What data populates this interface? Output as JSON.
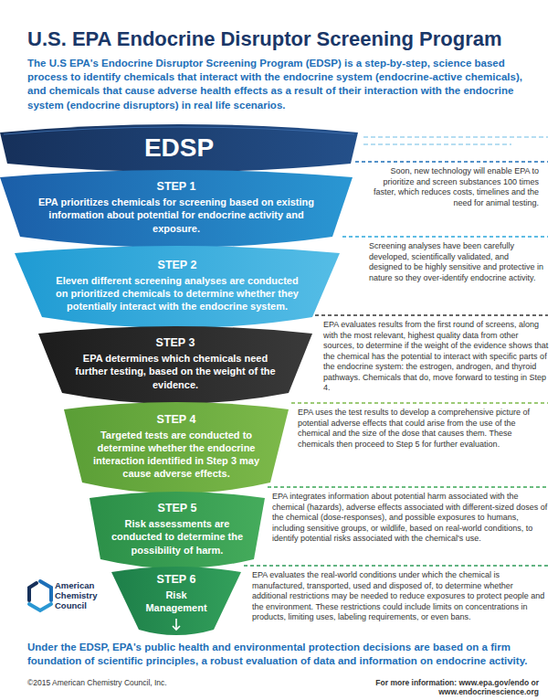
{
  "diagram": {
    "title": "U.S. EPA Endocrine Disruptor Screening Program",
    "caption": "Under the EDSP, EPA's public health and environmental protection decisions are based on a firm foundation of scientific principles, a robust evaluation of data and information on endocrine activity.",
    "nodes": [
      {
        "text": [
          "EDSP"
        ]
      },
      {
        "text": [
          "STEP 1",
          "EPA prioritizes chemicals for screening based on existing information about potential for endocrine activity and exposure."
        ]
      },
      {
        "text": [
          "STEP 2",
          "Eleven different screening analyses are conducted on prioritized chemicals to determine whether they potentially interact with the endocrine system."
        ]
      },
      {
        "text": [
          "STEP 3",
          "EPA determines which chemicals need further testing, based on the weight of the evidence."
        ]
      },
      {
        "text": [
          "STEP 4",
          "Targeted tests are conducted to determine whether the endocrine interaction identified in Step 3 may cause adverse effects."
        ]
      },
      {
        "text": [
          "STEP 5",
          "Risk assessments are conducted to determine the possibility of harm."
        ]
      },
      {
        "text": [
          "STEP 6",
          "Risk Management"
        ]
      }
    ],
    "labels": [
      "The U.S EPA's Endocrine Disruptor Screening Program (EDSP) is a step-by-step, science based process to identify chemicals that interact with the endocrine system (endocrine-active chemicals), and chemicals that cause adverse health effects as a result of their interaction with the endocrine system (endocrine disruptors) in real life scenarios.",
      "Soon, new technology will enable EPA to prioritize and screen substances 100 times faster, which reduces costs, timelines and the need for animal testing.",
      "Screening analyses have been carefully developed, scientifically validated, and designed to be highly sensitive and protective in nature so they over-identify endocrine activity.",
      "EPA evaluates results from the first round of screens, along with the most relevant, highest quality data from other sources, to determine if the weight of the evidence shows that the chemical has the potential to interact with specific parts of the endocrine system: the estrogen, androgen, and thyroid pathways. Chemicals that do, move forward to testing in Step 4.",
      "EPA uses the test results to develop a comprehensive picture of potential adverse effects that could arise from the use of the chemical and the size of the dose that causes them. These chemicals then proceed to Step 5 for further evaluation.",
      "EPA integrates information about potential harm associated with the chemical (hazards), adverse effects associated with different-sized doses of the chemical (dose-responses), and possible exposures to humans, including sensitive groups, or wildlife, based on real-world conditions, to identify potential risks associated with the chemical's use.",
      "EPA evaluates the real-world conditions under which the chemical is manufactured, transported, used and disposed of, to determine whether additional restrictions may be needed to reduce exposures to protect people and the environment. These restrictions could include limits on concentrations in products, limiting uses, labeling requirements, or even bans.",
      "American Chemistry Council",
      "©2015 American Chemistry Council, Inc.",
      "For more information: www.epa.gov/endo or www.endocrinescience.org"
    ]
  }
}
